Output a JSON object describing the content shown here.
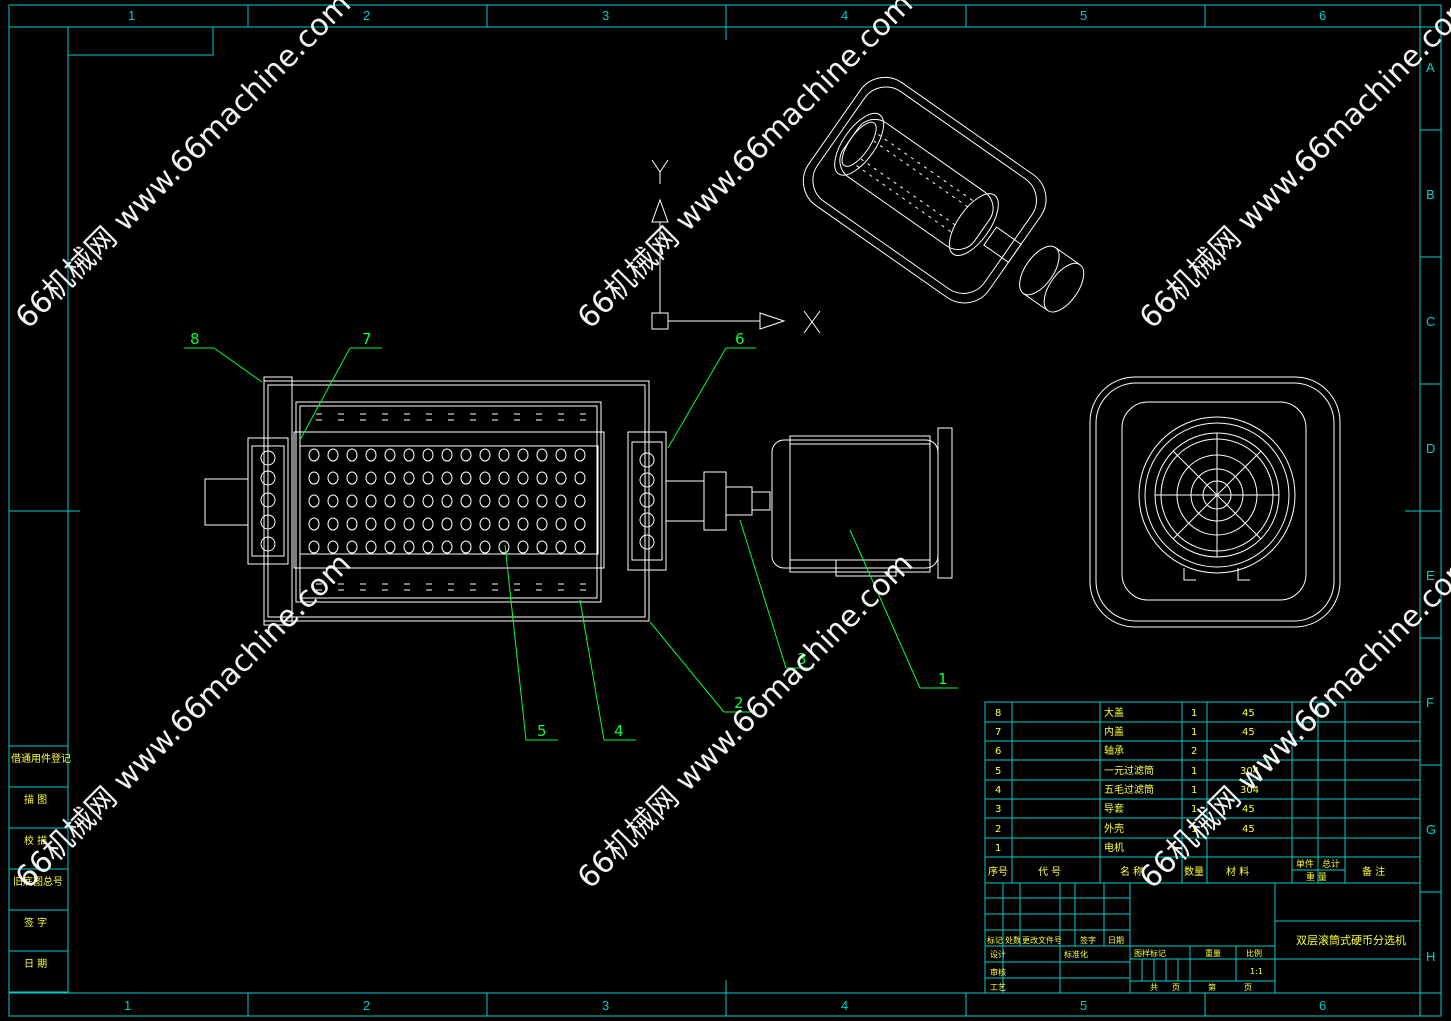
{
  "frame": {
    "columns": [
      "1",
      "2",
      "3",
      "4",
      "5",
      "6"
    ],
    "rows": [
      "A",
      "B",
      "C",
      "D",
      "E",
      "F",
      "G",
      "H"
    ]
  },
  "watermark": "66机械网 www.66machine.com",
  "axes": {
    "x": "X",
    "y": "Y"
  },
  "balloons": [
    "1",
    "2",
    "3",
    "4",
    "5",
    "6",
    "7",
    "8"
  ],
  "side_panel": [
    "借通用件登记",
    "描 图",
    "校 描",
    "旧底图总号",
    "签 字",
    "日 期"
  ],
  "bom": {
    "rows": [
      {
        "no": "8",
        "name": "大盖",
        "qty": "1",
        "material": "45"
      },
      {
        "no": "7",
        "name": "内盖",
        "qty": "1",
        "material": "45"
      },
      {
        "no": "6",
        "name": "轴承",
        "qty": "2",
        "material": ""
      },
      {
        "no": "5",
        "name": "一元过滤筒",
        "qty": "1",
        "material": "304"
      },
      {
        "no": "4",
        "name": "五毛过滤筒",
        "qty": "1",
        "material": "304"
      },
      {
        "no": "3",
        "name": "导套",
        "qty": "1",
        "material": "45"
      },
      {
        "no": "2",
        "name": "外壳",
        "qty": "1",
        "material": "45"
      },
      {
        "no": "1",
        "name": "电机",
        "qty": "",
        "material": ""
      }
    ],
    "header": {
      "no": "序号",
      "code": "代 号",
      "name": "名 称",
      "qty": "数量",
      "material": "材 料",
      "unit_weight": "单件",
      "total_weight": "总计",
      "weight": "重 量",
      "remark": "备 注"
    }
  },
  "title_block": {
    "title": "双层滚筒式硬币分选机",
    "labels": [
      "标记",
      "处数",
      "更改文件号",
      "签字",
      "日期",
      "设计",
      "标准化",
      "审核",
      "工艺",
      "图样标记",
      "重量",
      "比例",
      "共",
      "页",
      "第",
      "页"
    ],
    "scale": "1:1"
  }
}
